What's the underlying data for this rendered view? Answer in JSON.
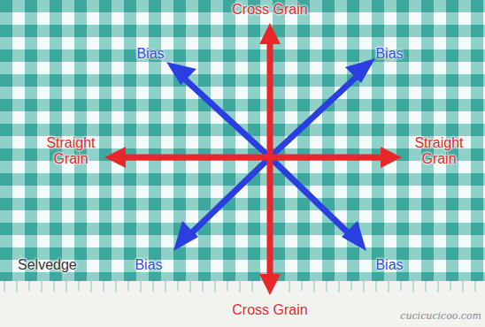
{
  "diagram": {
    "labels": [
      "Cross Grain",
      "Bias",
      "Bias",
      "Straight Grain",
      "Straight Grain",
      "Selvedge",
      "Bias",
      "Bias",
      "Cross Grain",
      "cucicucicoo.com"
    ]
  }
}
